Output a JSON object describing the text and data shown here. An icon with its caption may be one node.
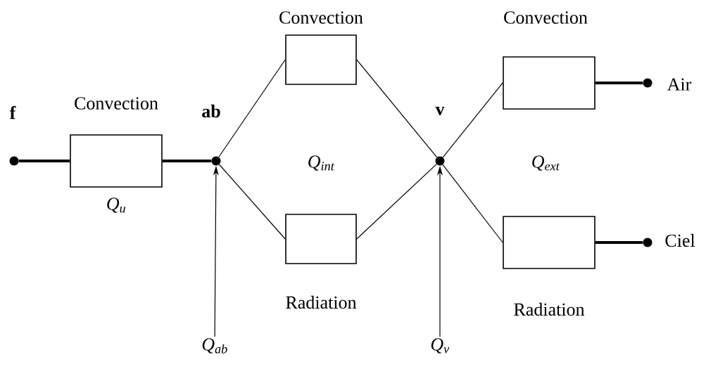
{
  "diagram": {
    "nodes": [
      {
        "text": [
          "f"
        ]
      },
      {
        "text": [
          "Convection"
        ]
      },
      {
        "text": [
          "ab"
        ]
      },
      {
        "text": [
          "Convection"
        ]
      },
      {
        "text": [
          "Radiation"
        ]
      },
      {
        "text": [
          "v"
        ]
      },
      {
        "text": [
          "Convection"
        ]
      },
      {
        "text": [
          "Radiation"
        ]
      },
      {
        "text": [
          "Air"
        ]
      },
      {
        "text": [
          "Ciel"
        ]
      },
      {
        "text": [
          "Q$_{ab}$"
        ]
      },
      {
        "text": [
          "Q$_{v}$"
        ]
      }
    ],
    "edges": [
      {
        "from": 0,
        "to": 1,
        "arrow": "none",
        "style": "thick"
      },
      {
        "from": 1,
        "to": 2,
        "arrow": "none",
        "style": "thick"
      },
      {
        "from": 2,
        "to": 3,
        "arrow": "none"
      },
      {
        "from": 2,
        "to": 4,
        "arrow": "none"
      },
      {
        "from": 3,
        "to": 5,
        "arrow": "none"
      },
      {
        "from": 4,
        "to": 5,
        "arrow": "none"
      },
      {
        "from": 5,
        "to": 6,
        "arrow": "none"
      },
      {
        "from": 5,
        "to": 7,
        "arrow": "none"
      },
      {
        "from": 6,
        "to": 8,
        "arrow": "none",
        "style": "thick"
      },
      {
        "from": 7,
        "to": 9,
        "arrow": "none",
        "style": "thick"
      },
      {
        "from": 10,
        "to": 2,
        "arrow": "to"
      },
      {
        "from": 11,
        "to": 5,
        "arrow": "to"
      }
    ],
    "labels": [
      "Q$_{u}$",
      "Q$_{int}$",
      "Q$_{ext}$"
    ]
  }
}
